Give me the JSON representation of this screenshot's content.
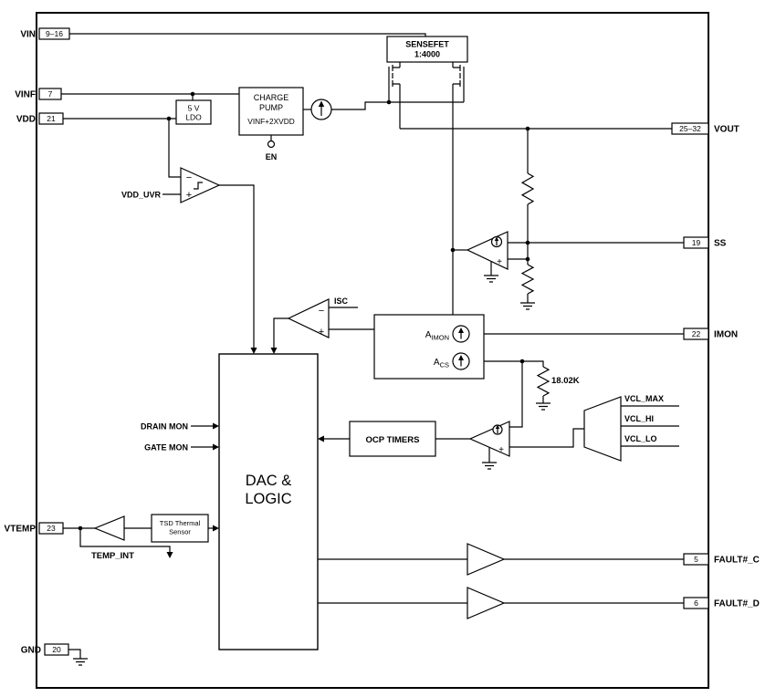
{
  "diagram": {
    "colors": {
      "ink": "#000000",
      "background": "#ffffff"
    },
    "pins_left": [
      {
        "label": "VIN",
        "pin": "9–16"
      },
      {
        "label": "VINF",
        "pin": "7"
      },
      {
        "label": "VDD",
        "pin": "21"
      },
      {
        "label": "VTEMP",
        "pin": "23"
      },
      {
        "label": "GND",
        "pin": "20"
      }
    ],
    "pins_right": [
      {
        "label": "VOUT",
        "pin": "25–32"
      },
      {
        "label": "SS",
        "pin": "19"
      },
      {
        "label": "IMON",
        "pin": "22"
      },
      {
        "label": "FAULT#_C",
        "pin": "5"
      },
      {
        "label": "FAULT#_D",
        "pin": "6"
      }
    ],
    "labels": {
      "sensefet": "SENSEFET",
      "sensefet_ratio": "1:4000",
      "charge1": "CHARGE",
      "charge2": "PUMP",
      "charge3": "VINF+2XVDD",
      "en": "EN",
      "ldo1": "5 V",
      "ldo2": "LDO",
      "vdd_uvr": "VDD_UVR",
      "isc": "ISC",
      "minus": "−",
      "plus": "+",
      "amon_a": "A",
      "amon_sub": "IMON",
      "acs_a": "A",
      "acs_sub": "CS",
      "r_sense": "18.02K",
      "ocp": "OCP TIMERS",
      "dac1": "DAC &",
      "dac2": "LOGIC",
      "drain_mon": "DRAIN MON",
      "gate_mon": "GATE MON",
      "tsd1": "TSD Thermal",
      "tsd2": "Sensor",
      "temp_int": "TEMP_INT",
      "vcl_max": "VCL_MAX",
      "vcl_hi": "VCL_HI",
      "vcl_lo": "VCL_LO"
    }
  }
}
